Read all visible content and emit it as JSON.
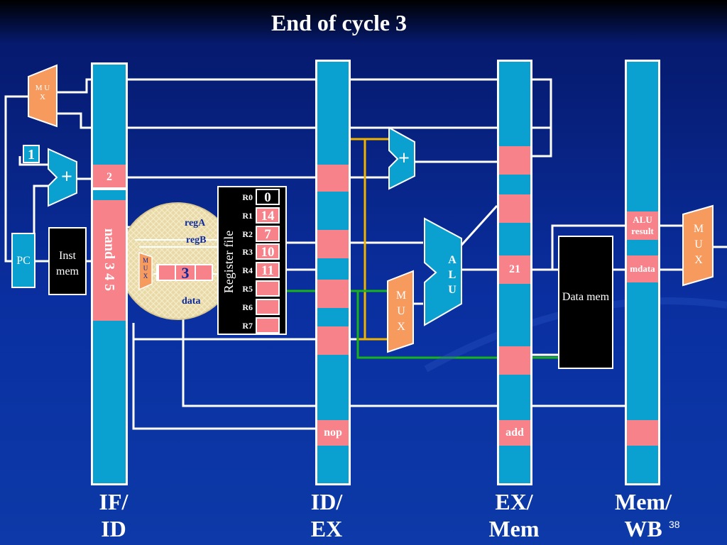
{
  "title": "End of cycle 3",
  "slide_number": "38",
  "stages": {
    "if_id": "IF/ ID",
    "id_ex": "ID/ EX",
    "ex_mem": "EX/ Mem",
    "mem_wb": "Mem/ WB"
  },
  "fetch": {
    "mux_label": "M U X",
    "const_one": "1",
    "adder_label": "+",
    "pc_label": "PC",
    "inst_mem_label": "Inst mem"
  },
  "if_id": {
    "pc_plus_value": "2",
    "instruction": "nand 3 4 5"
  },
  "register_file": {
    "label": "Register file",
    "regA_label": "regA",
    "regB_label": "regB",
    "data_label": "data",
    "mux_label": "M U X",
    "write_reg": "3",
    "registers": [
      {
        "name": "R0",
        "value": "0"
      },
      {
        "name": "R1",
        "value": "14"
      },
      {
        "name": "R2",
        "value": "7"
      },
      {
        "name": "R3",
        "value": "10"
      },
      {
        "name": "R4",
        "value": "11"
      },
      {
        "name": "R5",
        "value": ""
      },
      {
        "name": "R6",
        "value": ""
      },
      {
        "name": "R7",
        "value": ""
      }
    ]
  },
  "id_ex": {
    "op": "nop"
  },
  "execute": {
    "adder_label": "+",
    "mux_label": "M U X",
    "alu_label": "A L U"
  },
  "ex_mem": {
    "alu_value": "21",
    "op": "add"
  },
  "memory": {
    "data_mem_label": "Data mem"
  },
  "mem_wb": {
    "alu_result_label": "ALU result",
    "mdata_label": "mdata",
    "mux_label": "M U X"
  },
  "colors": {
    "wire": "#ffffff",
    "forward_gold": "#f0b400",
    "forward_green": "#19b319",
    "pipeline_register": "#0aa0cf",
    "field": "#f7828a",
    "mux": "#f79a5e"
  }
}
